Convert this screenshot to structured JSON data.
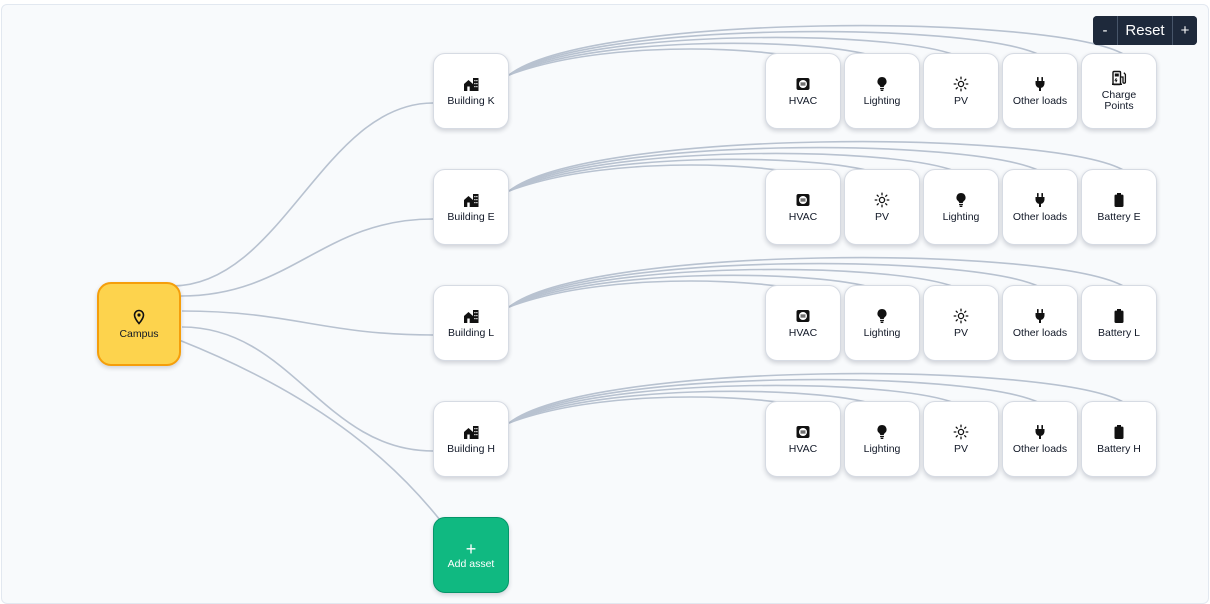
{
  "controls": {
    "zoom_out": "-",
    "reset": "Reset",
    "zoom_in": "+"
  },
  "root": {
    "label": "Campus",
    "icon": "map-pin-icon"
  },
  "add_asset": {
    "label": "Add asset",
    "icon": "plus-icon"
  },
  "buildings": [
    {
      "label": "Building K",
      "icon": "building-icon",
      "children": [
        {
          "label": "HVAC",
          "icon": "hvac-icon"
        },
        {
          "label": "Lighting",
          "icon": "lightbulb-icon"
        },
        {
          "label": "PV",
          "icon": "sun-icon"
        },
        {
          "label": "Other loads",
          "icon": "plug-icon"
        },
        {
          "label": "Charge Points",
          "icon": "charge-point-icon"
        }
      ]
    },
    {
      "label": "Building E",
      "icon": "building-icon",
      "children": [
        {
          "label": "HVAC",
          "icon": "hvac-icon"
        },
        {
          "label": "PV",
          "icon": "sun-icon"
        },
        {
          "label": "Lighting",
          "icon": "lightbulb-icon"
        },
        {
          "label": "Other loads",
          "icon": "plug-icon"
        },
        {
          "label": "Battery E",
          "icon": "battery-icon"
        }
      ]
    },
    {
      "label": "Building L",
      "icon": "building-icon",
      "children": [
        {
          "label": "HVAC",
          "icon": "hvac-icon"
        },
        {
          "label": "Lighting",
          "icon": "lightbulb-icon"
        },
        {
          "label": "PV",
          "icon": "sun-icon"
        },
        {
          "label": "Other loads",
          "icon": "plug-icon"
        },
        {
          "label": "Battery L",
          "icon": "battery-icon"
        }
      ]
    },
    {
      "label": "Building H",
      "icon": "building-icon",
      "children": [
        {
          "label": "HVAC",
          "icon": "hvac-icon"
        },
        {
          "label": "Lighting",
          "icon": "lightbulb-icon"
        },
        {
          "label": "PV",
          "icon": "sun-icon"
        },
        {
          "label": "Other loads",
          "icon": "plug-icon"
        },
        {
          "label": "Battery H",
          "icon": "battery-icon"
        }
      ]
    }
  ],
  "colors": {
    "edge": "#b8c2d0",
    "root_fill": "#fdd34d",
    "root_border": "#f59e0b",
    "add_fill": "#10b981"
  }
}
